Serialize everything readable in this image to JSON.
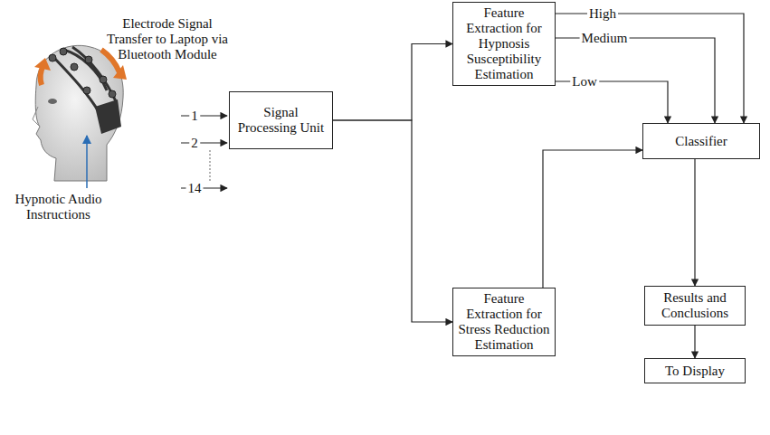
{
  "diagram": {
    "nodes": [
      {
        "text": [
          "Signal Processing Unit"
        ]
      },
      {
        "text": [
          "Feature Extraction for Hypnosis Susceptibility Estimation"
        ]
      },
      {
        "text": [
          "Feature Extraction for Stress Reduction Estimation"
        ]
      },
      {
        "text": [
          "Classifier"
        ]
      },
      {
        "text": [
          "Results and Conclusions"
        ]
      },
      {
        "text": [
          "To Display"
        ]
      }
    ],
    "edges": [
      {
        "from": 0,
        "to": 1,
        "arrow": "to"
      },
      {
        "from": 0,
        "to": 2,
        "arrow": "to"
      },
      {
        "from": 1,
        "to": 3,
        "label": "High",
        "arrow": "to"
      },
      {
        "from": 1,
        "to": 3,
        "label": "Medium",
        "arrow": "to"
      },
      {
        "from": 1,
        "to": 3,
        "label": "Low",
        "arrow": "to"
      },
      {
        "from": 2,
        "to": 3,
        "arrow": "to"
      },
      {
        "from": 3,
        "to": 4,
        "arrow": "to"
      },
      {
        "from": 4,
        "to": 5,
        "arrow": "to"
      }
    ],
    "labels": [
      "Electrode Signal Transfer to Laptop via Bluetooth Module",
      "Hypnotic Audio Instructions",
      "1",
      "2",
      "14"
    ]
  }
}
